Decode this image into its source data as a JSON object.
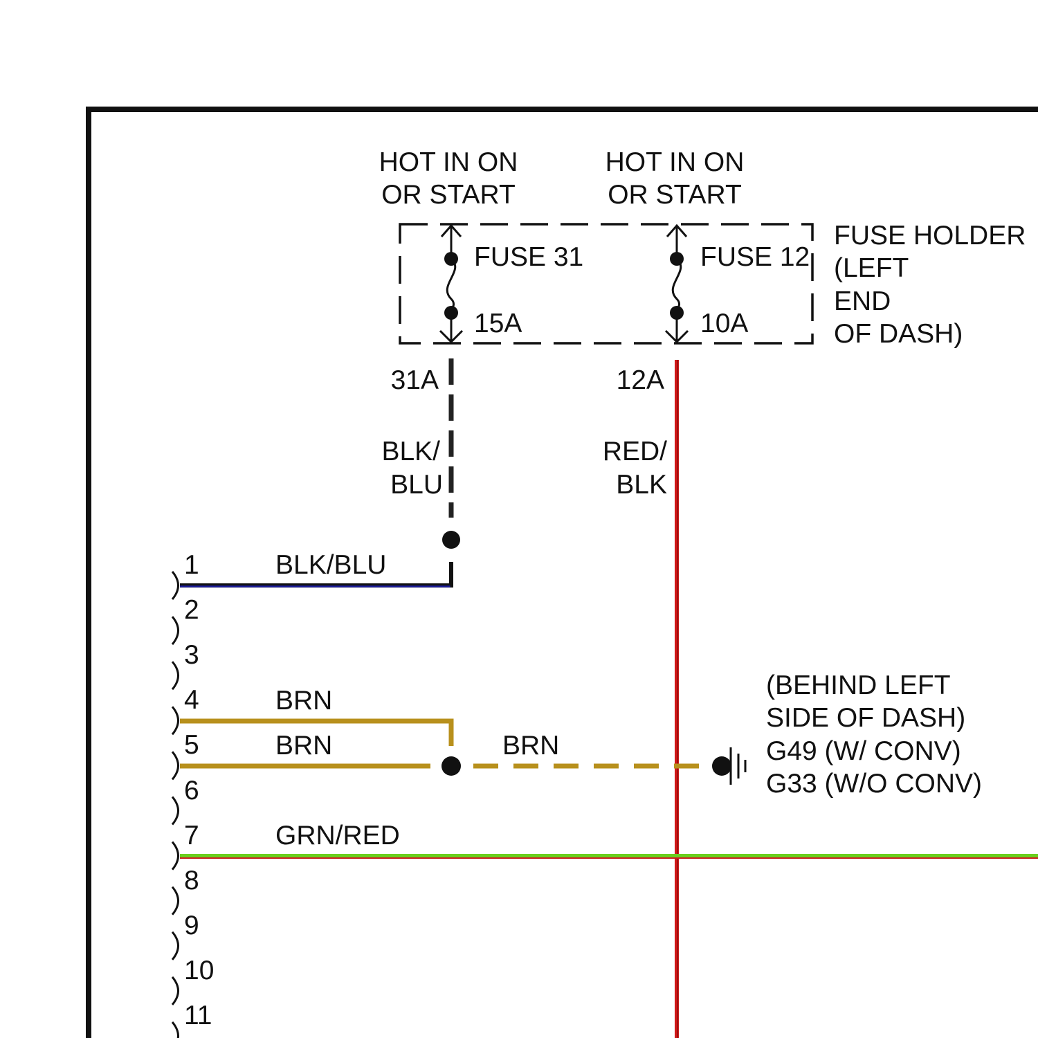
{
  "power_sources": [
    {
      "line1": "HOT IN ON",
      "line2": "OR START"
    },
    {
      "line1": "HOT IN ON",
      "line2": "OR START"
    }
  ],
  "fuse_holder": {
    "lines": [
      "FUSE HOLDER",
      "(LEFT",
      "END",
      "OF DASH)"
    ]
  },
  "fuses": [
    {
      "name": "FUSE 31",
      "rating": "15A"
    },
    {
      "name": "FUSE 12",
      "rating": "10A"
    }
  ],
  "circuits": [
    {
      "id": "31A",
      "color_line1": "BLK/",
      "color_line2": "BLU"
    },
    {
      "id": "12A",
      "color_line1": "RED/",
      "color_line2": "BLK"
    }
  ],
  "connector_pins": [
    "1",
    "2",
    "3",
    "4",
    "5",
    "6",
    "7",
    "8",
    "9",
    "10",
    "11"
  ],
  "wires": {
    "pin1": "BLK/BLU",
    "pin4": "BRN",
    "pin5": "BRN",
    "ground_lead": "BRN",
    "pin7": "GRN/RED"
  },
  "ground": {
    "lines": [
      "(BEHIND LEFT",
      "SIDE OF DASH)",
      "G49 (W/ CONV)",
      "G33 (W/O CONV)"
    ]
  },
  "colors": {
    "blk_blu": "#1a1a9a",
    "red": "#d01818",
    "brown": "#b8901c",
    "green": "#6ad01e",
    "black": "#111111"
  }
}
